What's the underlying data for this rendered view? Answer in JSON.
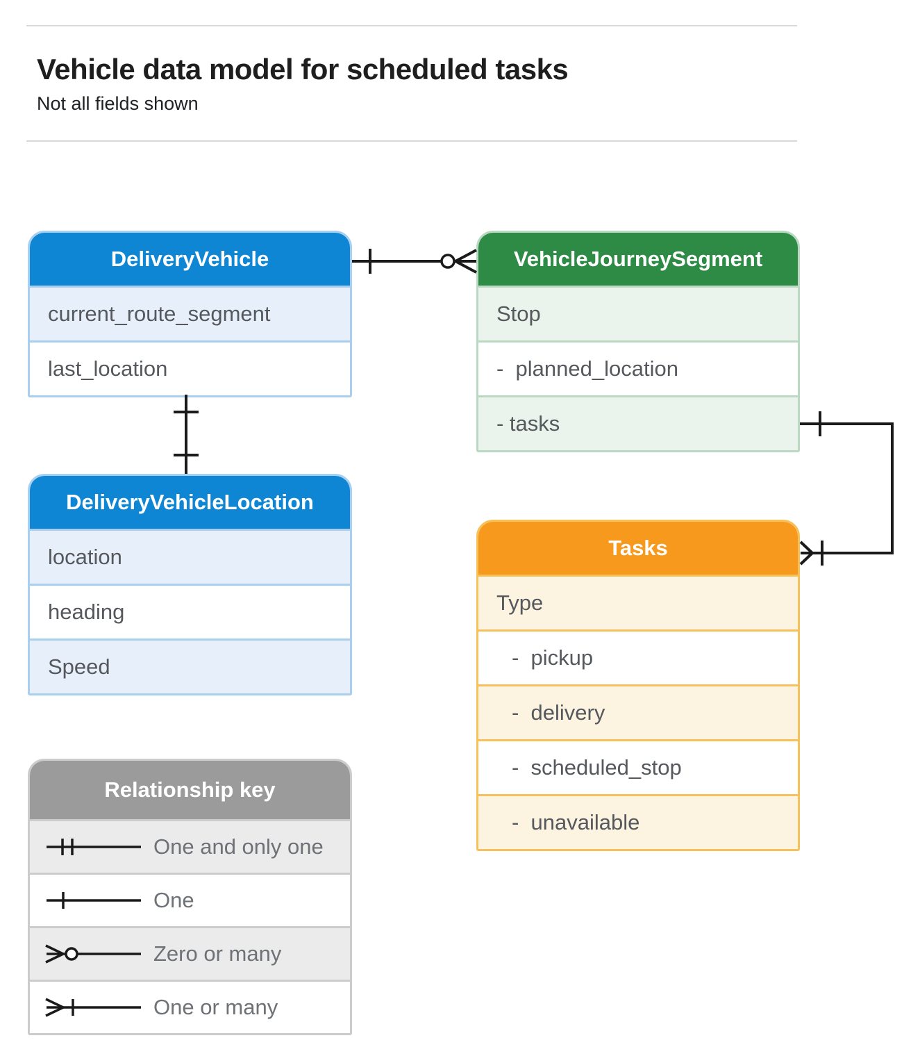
{
  "page": {
    "title": "Vehicle data model for scheduled tasks",
    "subtitle": "Not all fields shown"
  },
  "entities": {
    "deliveryVehicle": {
      "title": "DeliveryVehicle",
      "fields": [
        "current_route_segment",
        "last_location"
      ]
    },
    "vehicleJourneySegment": {
      "title": "VehicleJourneySegment",
      "fields": [
        "Stop",
        "-  planned_location",
        "- tasks"
      ]
    },
    "deliveryVehicleLocation": {
      "title": "DeliveryVehicleLocation",
      "fields": [
        "location",
        "heading",
        "Speed"
      ]
    },
    "tasks": {
      "title": "Tasks",
      "fields": [
        "Type",
        "-  pickup",
        "-  delivery",
        "-  scheduled_stop",
        "-  unavailable"
      ]
    }
  },
  "legend": {
    "title": "Relationship key",
    "items": [
      {
        "symbol": "one-and-only-one",
        "label": "One and only one"
      },
      {
        "symbol": "one",
        "label": "One"
      },
      {
        "symbol": "zero-or-many",
        "label": "Zero or many"
      },
      {
        "symbol": "one-or-many",
        "label": "One or many"
      }
    ]
  },
  "relationships": [
    {
      "from": "DeliveryVehicle",
      "to": "VehicleJourneySegment",
      "from_cardinality": "one",
      "to_cardinality": "zero-or-many"
    },
    {
      "from": "DeliveryVehicle",
      "to": "DeliveryVehicleLocation",
      "from_cardinality": "one",
      "to_cardinality": "one"
    },
    {
      "from": "VehicleJourneySegment.tasks",
      "to": "Tasks",
      "from_cardinality": "one",
      "to_cardinality": "one-or-many"
    }
  ],
  "colors": {
    "blue": "#0e86d4",
    "blueLight": "#e7f0fa",
    "blueBorder": "#a8cff0",
    "green": "#2e8b46",
    "greenLight": "#eaf4ed",
    "greenBorder": "#bad8c2",
    "orange": "#f7991d",
    "orangeLight": "#fdf3e1",
    "orangeBorder": "#f6c05a",
    "gray": "#9b9b9b",
    "grayLight": "#ebebeb",
    "grayBorder": "#cccccc",
    "line": "#1a1a1a",
    "rowText": "#55585c",
    "legendText": "#6e7276",
    "titleText": "#1e1e1e",
    "rule": "#d8d8d8"
  }
}
